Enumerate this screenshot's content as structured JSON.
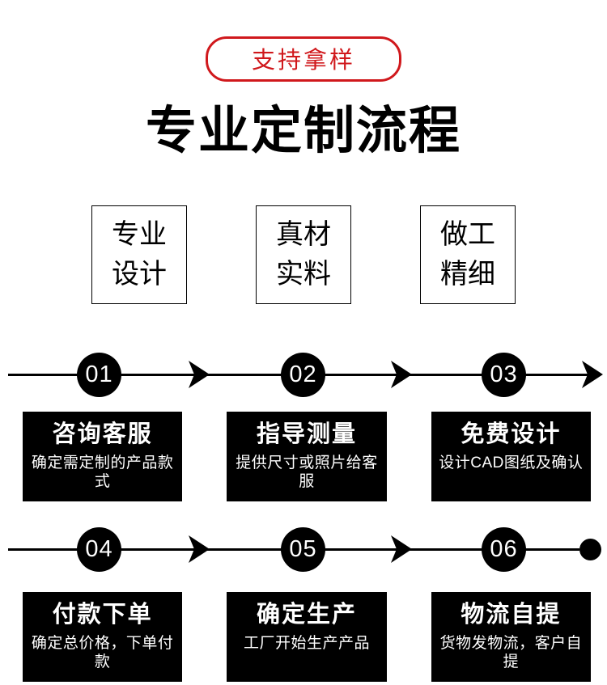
{
  "badge": {
    "label": "支持拿样"
  },
  "title": "专业定制流程",
  "features": [
    {
      "line1": "专业",
      "line2": "设计"
    },
    {
      "line1": "真材",
      "line2": "实料"
    },
    {
      "line1": "做工",
      "line2": "精细"
    }
  ],
  "process": {
    "rows": [
      {
        "steps": [
          {
            "number": "01",
            "title": "咨询客服",
            "desc": "确定需定制的产品款式"
          },
          {
            "number": "02",
            "title": "指导测量",
            "desc": "提供尺寸或照片给客服"
          },
          {
            "number": "03",
            "title": "免费设计",
            "desc": "设计CAD图纸及确认"
          }
        ],
        "terminal": "arrow"
      },
      {
        "steps": [
          {
            "number": "04",
            "title": "付款下单",
            "desc": "确定总价格，下单付款"
          },
          {
            "number": "05",
            "title": "确定生产",
            "desc": "工厂开始生产产品"
          },
          {
            "number": "06",
            "title": "物流自提",
            "desc": "货物发物流，客户自提"
          }
        ],
        "terminal": "dot"
      }
    ]
  },
  "colors": {
    "accent_red": "#d0181c",
    "box_black": "#000000",
    "text_white": "#ffffff"
  }
}
